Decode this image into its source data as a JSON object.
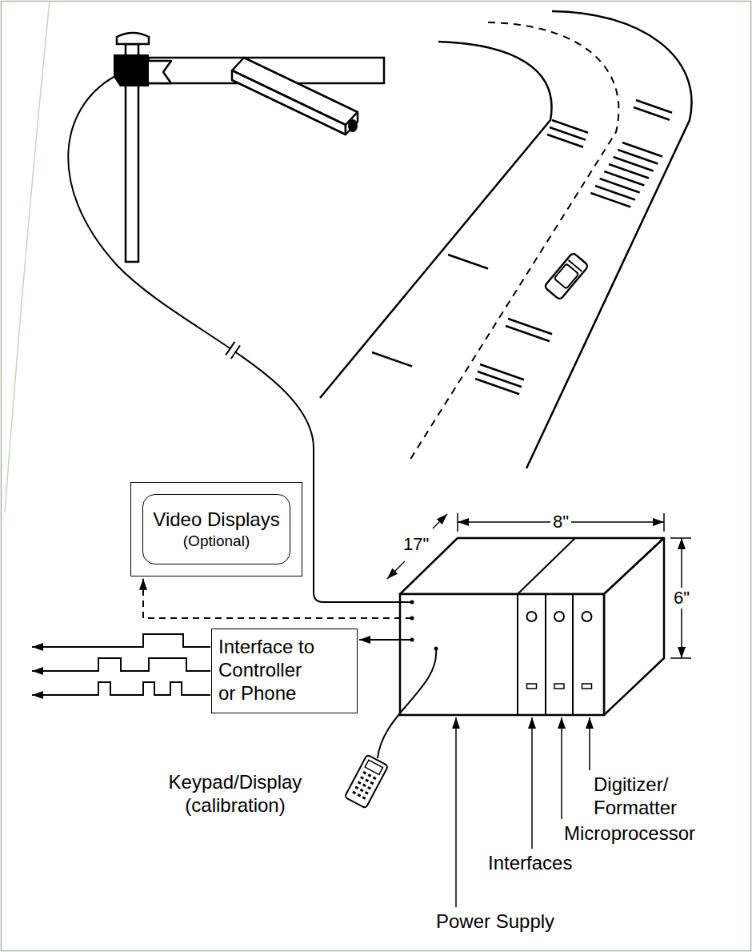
{
  "diagram": {
    "nodes": [
      {
        "text": [
          "Video Displays",
          "(Optional)"
        ]
      },
      {
        "text": [
          "Interface to Controller or Phone"
        ]
      }
    ],
    "labels": [
      "8\"",
      "17\"",
      "6\"",
      "Keypad/Display (calibration)",
      "Digitizer/ Formatter",
      "Microprocessor",
      "Interfaces",
      "Power Supply"
    ]
  }
}
